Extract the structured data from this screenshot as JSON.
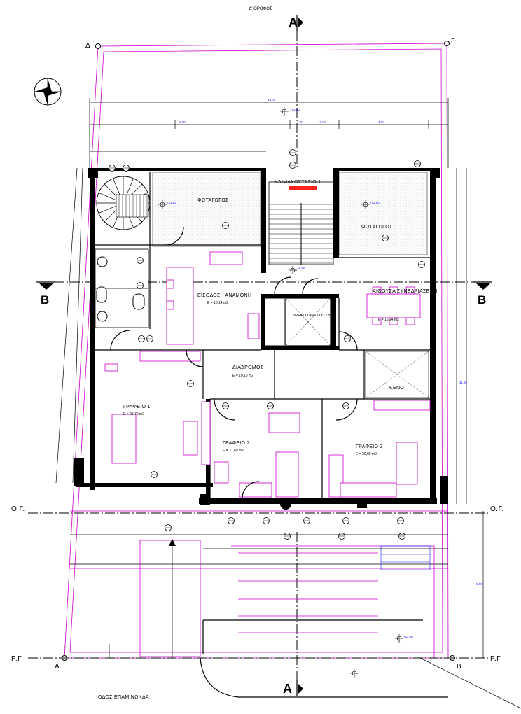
{
  "labels": {
    "top_road": "Δ' ΟΡΟΦΟΣ",
    "bottom_road": "ΟΔΟΣ ΕΠΑΜΙΝΩΝΔΑ",
    "section_a": "A",
    "section_b": "B",
    "corner_delta": "Δ",
    "corner_gamma": "Γ",
    "corner_alpha": "A",
    "corner_beta": "B",
    "og": "Ο.Γ.",
    "rg": "Ρ.Γ."
  },
  "rooms": {
    "light_well_left": "ΦΩΤΑΓΩΓΟΣ",
    "light_well_right": "ΦΩΤΑΓΩΓΟΣ",
    "stairwell": "ΚΛΙΜΑΚΟΣΤΑΣΙΟ 1",
    "entrance": "ΕΙΣΟΔΟΣ - ΑΝΑΜΟΝΗ",
    "entrance_area": "Ε = 10,14 m2",
    "elevator": "ΦΡΕΑΤΙΟ ΑΝΕΛΚΥΣΤΗΡΑ",
    "meeting": "ΑΙΘΟΥΣΑ ΣΥΝΕΔΡΙΑΣΕΩΝ",
    "meeting_area": "Ε = 15,14 m2",
    "corridor": "ΔΙΑΔΡΟΜΟΣ",
    "corridor_area": "Ε = 10,10 m2",
    "void": "ΚΕΝΟ",
    "office1": "ΓΡΑΦΕΙΟ 1",
    "office1_area": "Ε = 25,70 m2",
    "office2": "ΓΡΑΦΕΙΟ 2",
    "office2_area": "Ε = 21,60 m2",
    "office3": "ΓΡΑΦΕΙΟ 3",
    "office3_area": "Ε = 20,00 m2"
  },
  "dimensions": {
    "total_width": "14.00",
    "seg_1": "5.00",
    "seg_2": "2.00",
    "seg_3": "1.10",
    "seg_4": "4.00",
    "depth_right": "11.00",
    "setback": "5.00"
  },
  "elevations": [
    "+12.80",
    "+12.85",
    "+9.80",
    "+12.60",
    "+12.80"
  ],
  "colors": {
    "walls": "#000000",
    "property_lines": "#cc00cc",
    "dimension_text": "#1a1aff",
    "furniture": "#cc00cc"
  },
  "icons": [
    "north-arrow-icon"
  ]
}
